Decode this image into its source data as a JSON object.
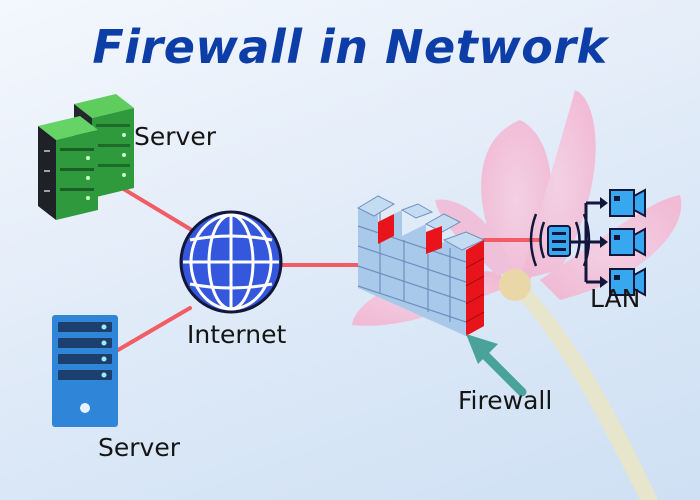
{
  "diagram": {
    "title": "Firewall in Network",
    "labels": {
      "server_top": "Server",
      "server_bottom": "Server",
      "internet": "Internet",
      "firewall": "Firewall",
      "lan": "LAN"
    },
    "nodes": [
      {
        "id": "server-top",
        "icon": "server-rack-icon",
        "label_key": "server_top"
      },
      {
        "id": "server-bottom",
        "icon": "server-tower-icon",
        "label_key": "server_bottom"
      },
      {
        "id": "internet",
        "icon": "globe-icon",
        "label_key": "internet"
      },
      {
        "id": "firewall",
        "icon": "brick-wall-icon",
        "label_key": "firewall"
      },
      {
        "id": "lan",
        "icon": "network-switch-icon",
        "label_key": "lan"
      }
    ],
    "edges": [
      {
        "from": "server-top",
        "to": "internet"
      },
      {
        "from": "server-bottom",
        "to": "internet"
      },
      {
        "from": "internet",
        "to": "firewall"
      },
      {
        "from": "firewall",
        "to": "lan"
      }
    ],
    "colors": {
      "title": "#0d3ea8",
      "connector": "#f25c64",
      "globe": "#3557dd",
      "brick": "#a9c9ea",
      "brick_red": "#e8141c",
      "arrow": "#4aa39b",
      "server_green": "#2e9a3d",
      "server_blue": "#2f86d9",
      "device_blue": "#37a7ef"
    }
  }
}
